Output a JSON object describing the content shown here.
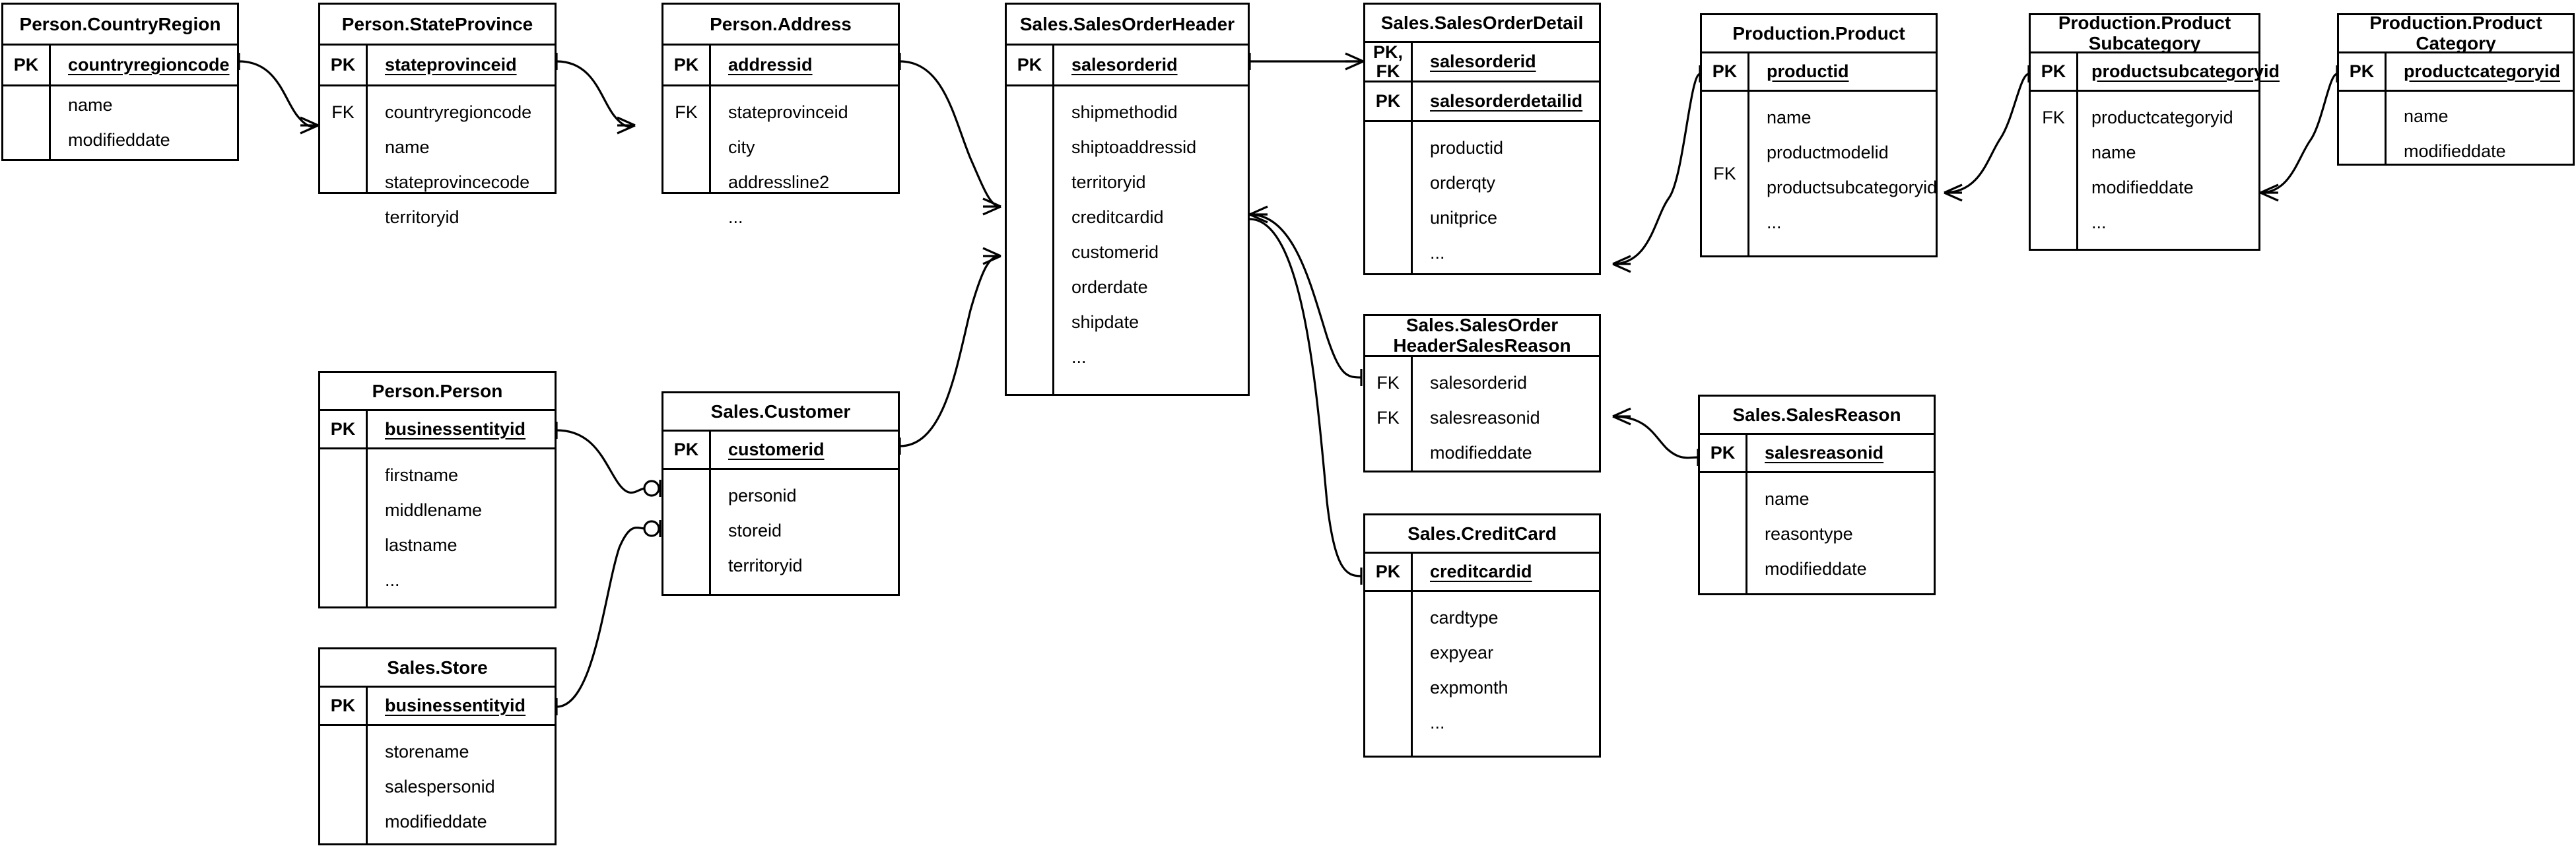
{
  "diagram": {
    "type": "entity-relationship-diagram",
    "notation": "crow's-foot",
    "title": "",
    "colors": {
      "line": "#000000",
      "background": "#ffffff",
      "text": "#000000"
    },
    "key_labels": {
      "pk": "PK",
      "fk": "FK",
      "pk_fk": "PK, FK"
    },
    "ellipsis": "..."
  },
  "entities": [
    {
      "id": "person-countryregion",
      "name": "Person.CountryRegion",
      "pk_rows": [
        {
          "key": "PK",
          "attr": "countryregioncode"
        }
      ],
      "attrs": [
        {
          "key": "",
          "attr": "name"
        },
        {
          "key": "",
          "attr": "modifieddate"
        }
      ]
    },
    {
      "id": "person-stateprovince",
      "name": "Person.StateProvince",
      "pk_rows": [
        {
          "key": "PK",
          "attr": "stateprovinceid"
        }
      ],
      "attrs": [
        {
          "key": "FK",
          "attr": "countryregioncode"
        },
        {
          "key": "",
          "attr": "name"
        },
        {
          "key": "",
          "attr": "stateprovincecode"
        },
        {
          "key": "",
          "attr": "territoryid"
        }
      ]
    },
    {
      "id": "person-address",
      "name": "Person.Address",
      "pk_rows": [
        {
          "key": "PK",
          "attr": "addressid"
        }
      ],
      "attrs": [
        {
          "key": "FK",
          "attr": "stateprovinceid"
        },
        {
          "key": "",
          "attr": "city"
        },
        {
          "key": "",
          "attr": "addressline2"
        },
        {
          "key": "",
          "attr": "..."
        }
      ]
    },
    {
      "id": "sales-salesorderheader",
      "name": "Sales.SalesOrderHeader",
      "pk_rows": [
        {
          "key": "PK",
          "attr": "salesorderid"
        }
      ],
      "attrs": [
        {
          "key": "",
          "attr": "shipmethodid"
        },
        {
          "key": "",
          "attr": "shiptoaddressid"
        },
        {
          "key": "",
          "attr": "territoryid"
        },
        {
          "key": "",
          "attr": "creditcardid"
        },
        {
          "key": "",
          "attr": "customerid"
        },
        {
          "key": "",
          "attr": "orderdate"
        },
        {
          "key": "",
          "attr": "shipdate"
        },
        {
          "key": "",
          "attr": "..."
        }
      ]
    },
    {
      "id": "sales-salesorderdetail",
      "name": "Sales.SalesOrderDetail",
      "pk_rows": [
        {
          "key": "PK, FK",
          "attr": "salesorderid"
        },
        {
          "key": "PK",
          "attr": "salesorderdetailid"
        }
      ],
      "attrs": [
        {
          "key": "",
          "attr": "productid"
        },
        {
          "key": "",
          "attr": "orderqty"
        },
        {
          "key": "",
          "attr": "unitprice"
        },
        {
          "key": "",
          "attr": "..."
        }
      ]
    },
    {
      "id": "production-product",
      "name": "Production.Product",
      "pk_rows": [
        {
          "key": "PK",
          "attr": "productid"
        }
      ],
      "attrs": [
        {
          "key": "",
          "attr": "name"
        },
        {
          "key": "",
          "attr": "productmodelid"
        },
        {
          "key": "FK",
          "attr": "productsubcategoryid"
        },
        {
          "key": "",
          "attr": "..."
        }
      ]
    },
    {
      "id": "production-productsubcategory",
      "name": "Production.Product Subcategory",
      "name_lines": [
        "Production.Product",
        "Subcategory"
      ],
      "pk_rows": [
        {
          "key": "PK",
          "attr": "productsubcategoryid"
        }
      ],
      "attrs": [
        {
          "key": "FK",
          "attr": "productcategoryid"
        },
        {
          "key": "",
          "attr": "name"
        },
        {
          "key": "",
          "attr": "modifieddate"
        },
        {
          "key": "",
          "attr": "..."
        }
      ]
    },
    {
      "id": "production-productcategory",
      "name": "Production.Product Category",
      "name_lines": [
        "Production.Product",
        "Category"
      ],
      "pk_rows": [
        {
          "key": "PK",
          "attr": "productcategoryid"
        }
      ],
      "attrs": [
        {
          "key": "",
          "attr": "name"
        },
        {
          "key": "",
          "attr": "modifieddate"
        }
      ]
    },
    {
      "id": "person-person",
      "name": "Person.Person",
      "pk_rows": [
        {
          "key": "PK",
          "attr": "businessentityid"
        }
      ],
      "attrs": [
        {
          "key": "",
          "attr": "firstname"
        },
        {
          "key": "",
          "attr": "middlename"
        },
        {
          "key": "",
          "attr": "lastname"
        },
        {
          "key": "",
          "attr": "..."
        }
      ]
    },
    {
      "id": "sales-customer",
      "name": "Sales.Customer",
      "pk_rows": [
        {
          "key": "PK",
          "attr": "customerid"
        }
      ],
      "attrs": [
        {
          "key": "",
          "attr": "personid"
        },
        {
          "key": "",
          "attr": "storeid"
        },
        {
          "key": "",
          "attr": "territoryid"
        }
      ]
    },
    {
      "id": "sales-store",
      "name": "Sales.Store",
      "pk_rows": [
        {
          "key": "PK",
          "attr": "businessentityid"
        }
      ],
      "attrs": [
        {
          "key": "",
          "attr": "storename"
        },
        {
          "key": "",
          "attr": "salespersonid"
        },
        {
          "key": "",
          "attr": "modifieddate"
        }
      ]
    },
    {
      "id": "sales-salesorderheadersalesreason",
      "name": "Sales.SalesOrder HeaderSalesReason",
      "name_lines": [
        "Sales.SalesOrder",
        "HeaderSalesReason"
      ],
      "pk_rows": [],
      "attrs": [
        {
          "key": "FK",
          "attr": "salesorderid"
        },
        {
          "key": "FK",
          "attr": "salesreasonid"
        },
        {
          "key": "",
          "attr": "modifieddate"
        }
      ]
    },
    {
      "id": "sales-salesreason",
      "name": "Sales.SalesReason",
      "pk_rows": [
        {
          "key": "PK",
          "attr": "salesreasonid"
        }
      ],
      "attrs": [
        {
          "key": "",
          "attr": "name"
        },
        {
          "key": "",
          "attr": "reasontype"
        },
        {
          "key": "",
          "attr": "modifieddate"
        }
      ]
    },
    {
      "id": "sales-creditcard",
      "name": "Sales.CreditCard",
      "pk_rows": [
        {
          "key": "PK",
          "attr": "creditcardid"
        }
      ],
      "attrs": [
        {
          "key": "",
          "attr": "cardtype"
        },
        {
          "key": "",
          "attr": "expyear"
        },
        {
          "key": "",
          "attr": "expmonth"
        },
        {
          "key": "",
          "attr": "..."
        }
      ]
    }
  ],
  "relationships": [
    {
      "id": "rel-countryregion-stateprovince",
      "from": "Person.CountryRegion.countryregioncode",
      "to": "Person.StateProvince.countryregioncode",
      "from_card": "one",
      "to_card": "many"
    },
    {
      "id": "rel-stateprovince-address",
      "from": "Person.StateProvince.stateprovinceid",
      "to": "Person.Address.stateprovinceid",
      "from_card": "one",
      "to_card": "many"
    },
    {
      "id": "rel-address-salesorderheader",
      "from": "Person.Address.addressid",
      "to": "Sales.SalesOrderHeader.shiptoaddressid",
      "from_card": "one",
      "to_card": "many"
    },
    {
      "id": "rel-customer-salesorderheader",
      "from": "Sales.Customer.customerid",
      "to": "Sales.SalesOrderHeader.customerid",
      "from_card": "one",
      "to_card": "many"
    },
    {
      "id": "rel-person-customer",
      "from": "Person.Person.businessentityid",
      "to": "Sales.Customer.personid",
      "from_card": "one",
      "to_card": "zero-or-one"
    },
    {
      "id": "rel-store-customer",
      "from": "Sales.Store.businessentityid",
      "to": "Sales.Customer.storeid",
      "from_card": "one",
      "to_card": "zero-or-one"
    },
    {
      "id": "rel-salesorderheader-salesorderdetail",
      "from": "Sales.SalesOrderHeader.salesorderid",
      "to": "Sales.SalesOrderDetail.salesorderid",
      "from_card": "one",
      "to_card": "many"
    },
    {
      "id": "rel-salesorderdetail-product",
      "from": "Sales.SalesOrderDetail.productid",
      "to": "Production.Product.productid",
      "from_card": "many",
      "to_card": "one"
    },
    {
      "id": "rel-product-productsubcategory",
      "from": "Production.Product.productsubcategoryid",
      "to": "Production.ProductSubcategory.productsubcategoryid",
      "from_card": "many",
      "to_card": "one"
    },
    {
      "id": "rel-productsubcategory-productcategory",
      "from": "Production.ProductSubcategory.productcategoryid",
      "to": "Production.ProductCategory.productcategoryid",
      "from_card": "many",
      "to_card": "one"
    },
    {
      "id": "rel-salesorderheader-headersalesreason",
      "from": "Sales.SalesOrderHeader.salesorderid",
      "to": "Sales.SalesOrderHeaderSalesReason.salesorderid",
      "from_card": "many",
      "to_card": "one"
    },
    {
      "id": "rel-headersalesreason-salesreason",
      "from": "Sales.SalesOrderHeaderSalesReason.salesreasonid",
      "to": "Sales.SalesReason.salesreasonid",
      "from_card": "many",
      "to_card": "one"
    },
    {
      "id": "rel-salesorderheader-creditcard",
      "from": "Sales.SalesOrderHeader.creditcardid",
      "to": "Sales.CreditCard.creditcardid",
      "from_card": "many",
      "to_card": "one"
    }
  ]
}
